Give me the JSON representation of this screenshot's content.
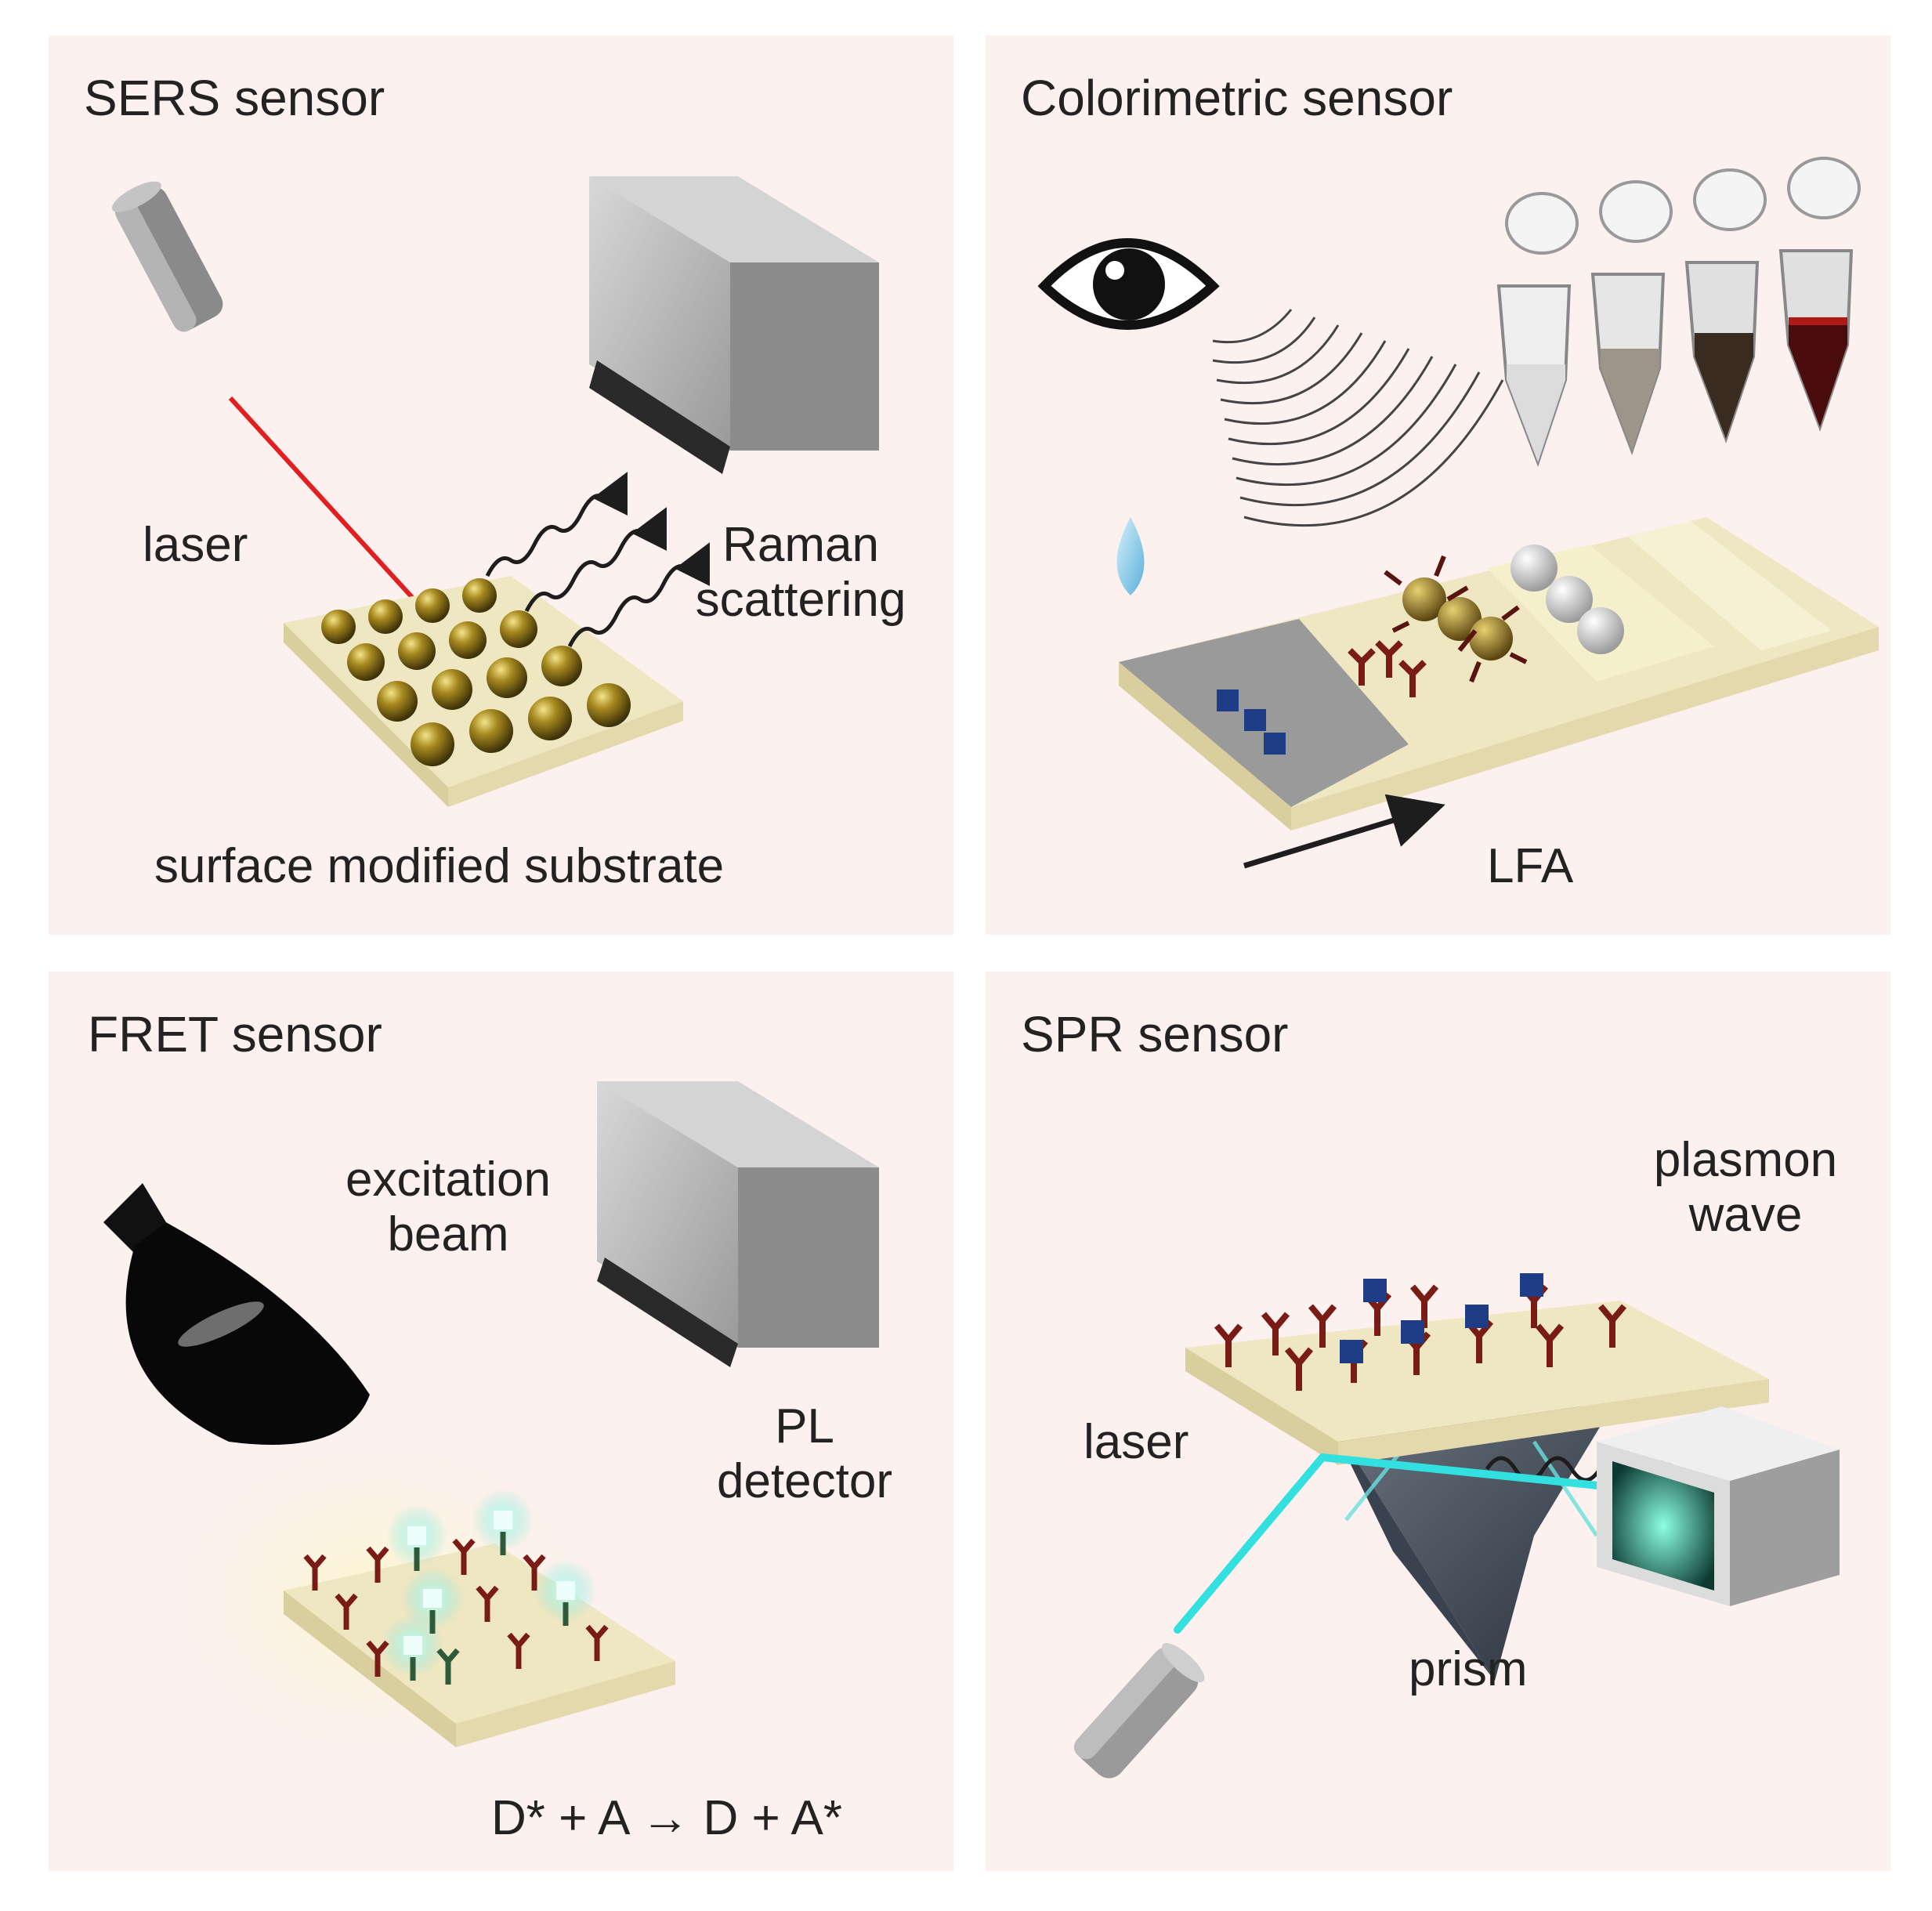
{
  "sers": {
    "title": "SERS sensor",
    "laser": "laser",
    "raman_line1": "Raman",
    "raman_line2": "scattering",
    "substrate": "surface modified substrate"
  },
  "colorimetric": {
    "title": "Colorimetric sensor",
    "lfa": "LFA"
  },
  "fret": {
    "title": "FRET sensor",
    "excitation_line1": "excitation",
    "excitation_line2": "beam",
    "pl_line1": "PL",
    "pl_line2": "detector",
    "equation": "D* + A → D + A*"
  },
  "spr": {
    "title": "SPR sensor",
    "plasmon_line1": "plasmon",
    "plasmon_line2": "wave",
    "laser": "laser",
    "prism": "prism"
  },
  "colors": {
    "panel_bg": "#fcf1ef",
    "substrate": "#efe6c2",
    "gold": "#8a7418",
    "laser_red": "#e02020",
    "cyan_beam": "#32e0e0",
    "antibody": "#7a1c16",
    "antigen": "#1c3a7a"
  }
}
